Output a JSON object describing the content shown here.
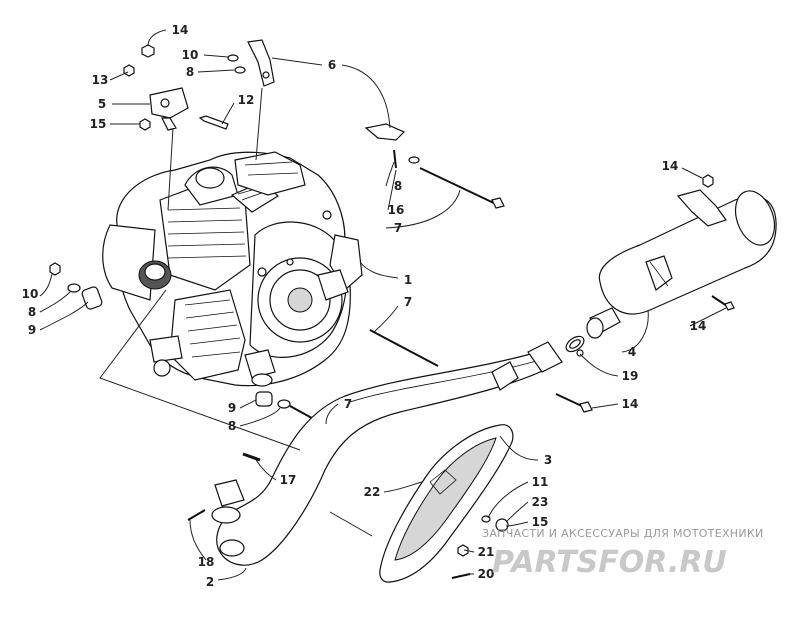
{
  "callouts": {
    "c14a": "14",
    "c10a": "10",
    "c8a": "8",
    "c6": "6",
    "c13": "13",
    "c5": "5",
    "c12": "12",
    "c15a": "15",
    "c8b": "8",
    "c16": "16",
    "c7a": "7",
    "c14b": "14",
    "c1": "1",
    "c10b": "10",
    "c8c": "8",
    "c9a": "9",
    "c7b": "7",
    "c14c": "14",
    "c4": "4",
    "c19": "19",
    "c14d": "14",
    "c9b": "9",
    "c8d": "8",
    "c7c": "7",
    "c3": "3",
    "c17": "17",
    "c22": "22",
    "c11": "11",
    "c23": "23",
    "c15b": "15",
    "c21": "21",
    "c20": "20",
    "c18": "18",
    "c2": "2"
  },
  "watermark": {
    "tagline": "ЗАПЧАСТИ И АКСЕССУАРЫ ДЛЯ МОТОТЕХНИКИ",
    "logo": "PARTSFOR.RU"
  }
}
